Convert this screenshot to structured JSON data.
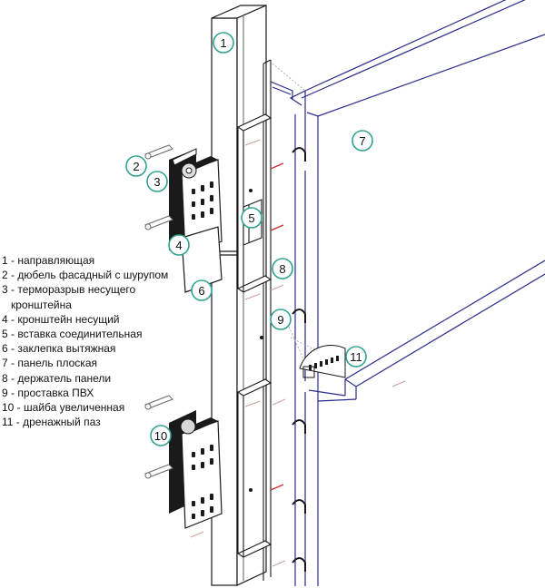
{
  "colors": {
    "line": "#1a1a1a",
    "panel_line": "#2b2b8c",
    "callout_circle": "#2fa38f",
    "rivet_mark": "#d43030",
    "arrow": "#c9a0a0"
  },
  "callouts": [
    {
      "number": "1"
    },
    {
      "number": "2"
    },
    {
      "number": "3"
    },
    {
      "number": "4"
    },
    {
      "number": "5"
    },
    {
      "number": "6"
    },
    {
      "number": "7"
    },
    {
      "number": "8"
    },
    {
      "number": "9"
    },
    {
      "number": "10"
    },
    {
      "number": "11"
    }
  ],
  "legend": [
    {
      "label": "1 - направляющая"
    },
    {
      "label": "2 - дюбель фасадный с шурупом"
    },
    {
      "label": "3 - терморазрыв несущего",
      "continuation": "кронштейна"
    },
    {
      "label": "4 - кронштейн несущий"
    },
    {
      "label": "5 - вставка соединительная"
    },
    {
      "label": "6 - заклепка вытяжная"
    },
    {
      "label": "7 - панель плоская"
    },
    {
      "label": "8 - держатель панели"
    },
    {
      "label": "9 - проставка ПВХ"
    },
    {
      "label": "10 - шайба увеличенная"
    },
    {
      "label": "11 - дренажный паз"
    }
  ]
}
